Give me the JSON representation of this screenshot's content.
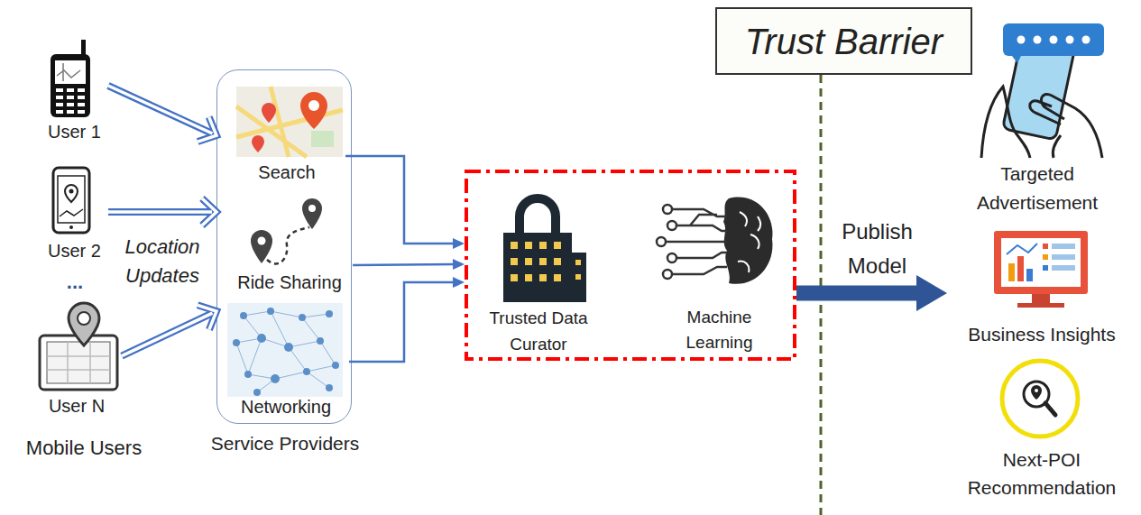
{
  "diagram": {
    "nodes": [
      {
        "text": [
          "User 1"
        ]
      },
      {
        "text": [
          "User 2"
        ]
      },
      {
        "text": [
          "User N"
        ]
      },
      {
        "text": [
          "Service Providers"
        ]
      },
      {
        "text": [
          "Search"
        ],
        "in": 3
      },
      {
        "text": [
          "Ride Sharing"
        ],
        "in": 3
      },
      {
        "text": [
          "Networking"
        ],
        "in": 3
      },
      {
        "text": []
      },
      {
        "text": [
          "Trusted Data Curator"
        ],
        "in": 7
      },
      {
        "text": [
          "Machine Learning"
        ],
        "in": 7
      },
      {
        "text": [
          "Trust Barrier"
        ]
      },
      {
        "text": [
          "Targeted Advertisement"
        ]
      },
      {
        "text": [
          "Business Insights"
        ]
      },
      {
        "text": [
          "Next-POI Recommendation"
        ]
      }
    ],
    "edges": [
      {
        "from": 0,
        "to": 3,
        "arrow": "to"
      },
      {
        "from": 1,
        "to": 3,
        "arrow": "to"
      },
      {
        "from": 2,
        "to": 3,
        "arrow": "to"
      },
      {
        "from": 4,
        "to": 7,
        "arrow": "to"
      },
      {
        "from": 5,
        "to": 7,
        "arrow": "to"
      },
      {
        "from": 6,
        "to": 7,
        "arrow": "to"
      },
      {
        "from": 7,
        "to": 12,
        "label": "Publish Model",
        "arrow": "to"
      }
    ],
    "labels": [
      "Location Updates",
      "...",
      "Mobile Users"
    ]
  }
}
